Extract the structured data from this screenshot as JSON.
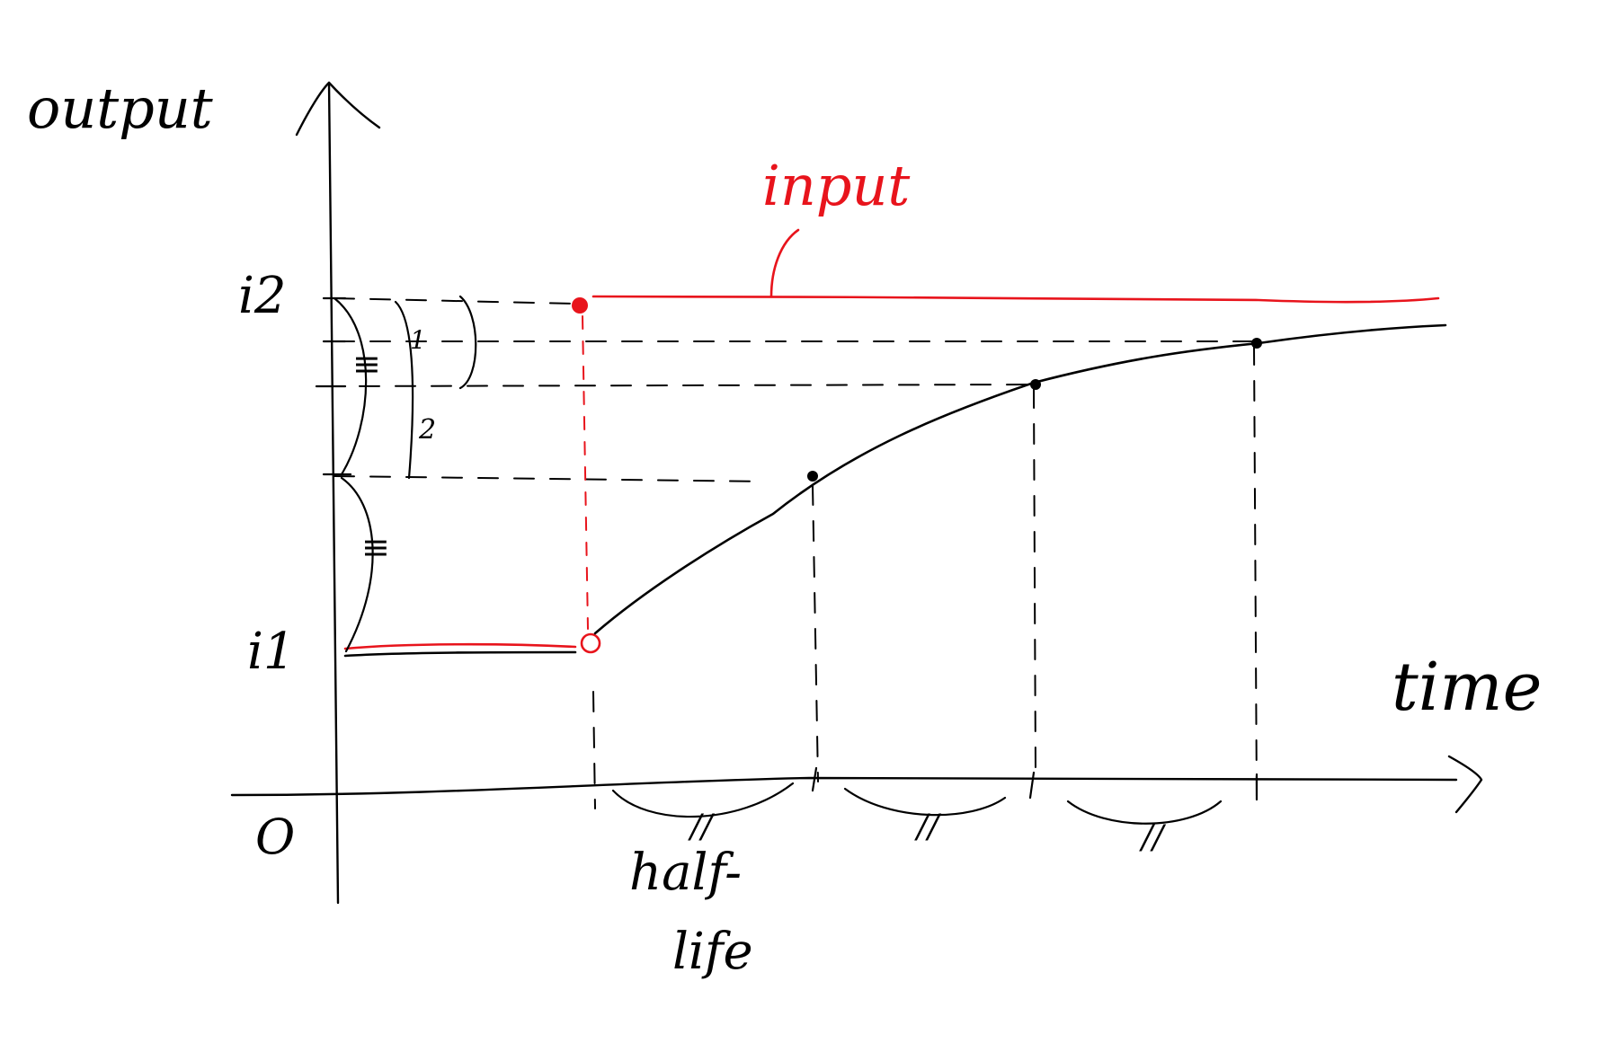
{
  "axes": {
    "y_label": "output",
    "x_label": "time",
    "origin_label": "O"
  },
  "levels": {
    "low_label": "i1",
    "high_label": "i2"
  },
  "input": {
    "label": "input",
    "color": "#e8141c"
  },
  "output_curve": {
    "color": "#000000"
  },
  "brace_marks": {
    "equal_triple": "≡",
    "ratio_one": "1",
    "ratio_two": "2",
    "equal_double": "//"
  },
  "half_life": {
    "label_line1": "half-",
    "label_line2": "life"
  }
}
